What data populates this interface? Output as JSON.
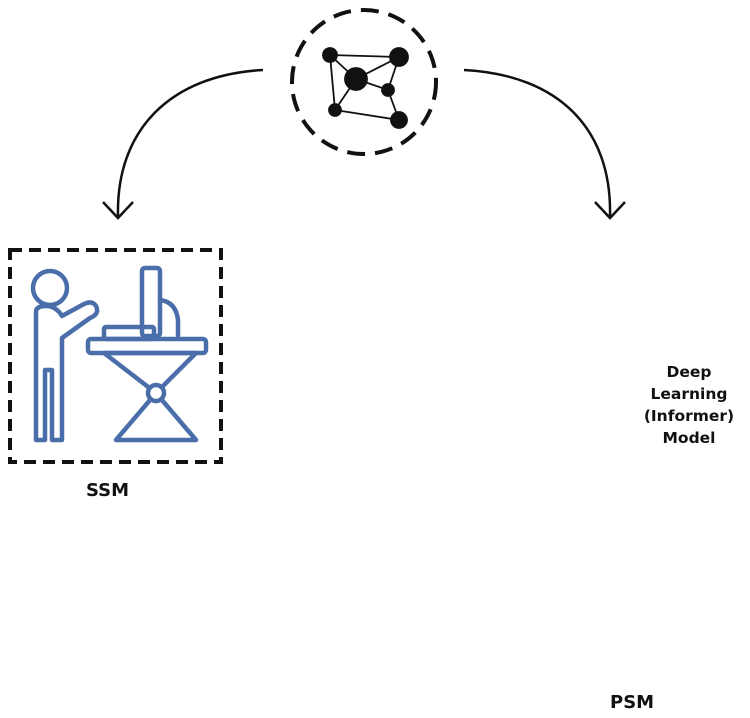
{
  "labels": {
    "ssm": "SSM",
    "psm": "PSM",
    "model": [
      "Deep",
      "Learning",
      "(Informer)",
      "Model"
    ]
  },
  "colors": {
    "outline": "#111111",
    "icon_blue": "#4a6ea9",
    "chip_purple": "#9b2fe0"
  },
  "icons": {
    "top": "network-graph-icon",
    "ssm": "surgeon-console-icon",
    "chip": "processor-gear-icon",
    "psm": "surgical-robot-icon"
  }
}
